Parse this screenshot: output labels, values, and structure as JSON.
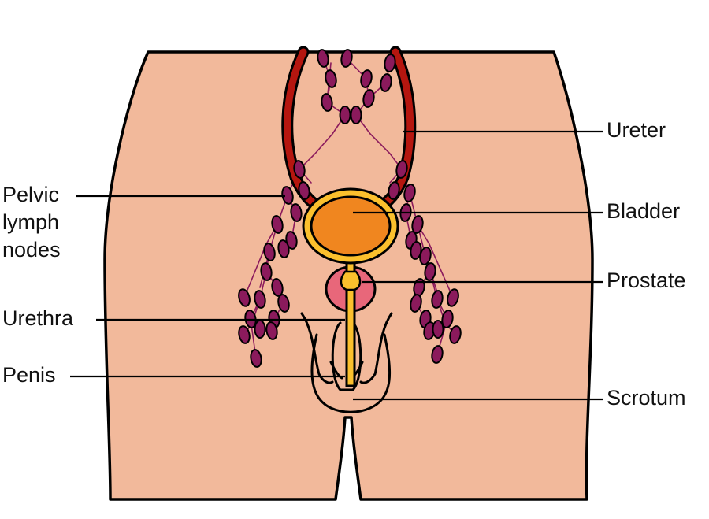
{
  "colors": {
    "skin": "#F2B99B",
    "outline": "#000000",
    "ureter": "#B5160F",
    "bladder_outer": "#FBC02D",
    "bladder_inner": "#F0861F",
    "prostate": "#E8677A",
    "node": "#8B1A5C",
    "vessel": "#8B1A5C",
    "leader": "#000000",
    "text": "#111111"
  },
  "labels": {
    "ureter": "Ureter",
    "bladder": "Bladder",
    "prostate": "Prostate",
    "scrotum": "Scrotum",
    "pelvic_lymph_nodes": [
      "Pelvic",
      "lymph",
      "nodes"
    ],
    "urethra": "Urethra",
    "penis": "Penis"
  }
}
